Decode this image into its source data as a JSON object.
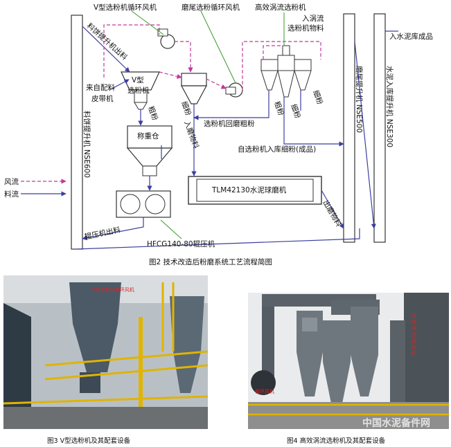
{
  "diagram": {
    "labels": {
      "v_fan": "V型选粉机循环风机",
      "tail_fan": "磨尾选粉循环风机",
      "efficient_sep": "高效涡流选粉机",
      "into_sep_material": "入涡流",
      "into_sep_material2": "选粉机物料",
      "cake_out": "料饼提升机出料",
      "v_sep": "V型",
      "v_sep2": "选粉机",
      "from_belt": "来自配料",
      "belt": "皮带机",
      "fine1": "细粉",
      "coarse1": "粗粉",
      "weigh_bin": "称重仓",
      "into_mill": "入磨物料",
      "coarse_return": "选粉机回磨粗粉",
      "coarse2": "粗粉",
      "fine2": "细粉",
      "fine3": "细粉",
      "product": "自选粉机入库细粉(成品)",
      "cake_elevator": "料饼提升机 NSE600",
      "tail_elevator": "磨尾提升机 NSE500",
      "cement_elevator": "水泥入库提升机 NSE300",
      "into_silo": "入水泥库成品",
      "mill": "TLM42130水泥球磨机",
      "mill_out": "出磨物料",
      "press_out": "辊压机出料",
      "roller_press": "HFCG140-80辊压机",
      "legend_air": "风流",
      "legend_material": "料流"
    },
    "caption": "图2   技术改造后粉磨系统工艺流程简图"
  },
  "photo3": {
    "overlay_text": "V型选粉机循环风机",
    "caption": "图3   V型选粉机及其配套设备"
  },
  "photo4": {
    "overlay_text_left": "循环风机",
    "overlay_text_right": "高效涡流选粉机",
    "watermark": "中国水泥备件网",
    "caption": "图4   高效涡流选粉机及其配套设备"
  },
  "colors": {
    "air_flow": "#c0399a",
    "material_flow": "#3b3f9e",
    "callout": "#3a9a2a",
    "equipment": "#333333"
  }
}
